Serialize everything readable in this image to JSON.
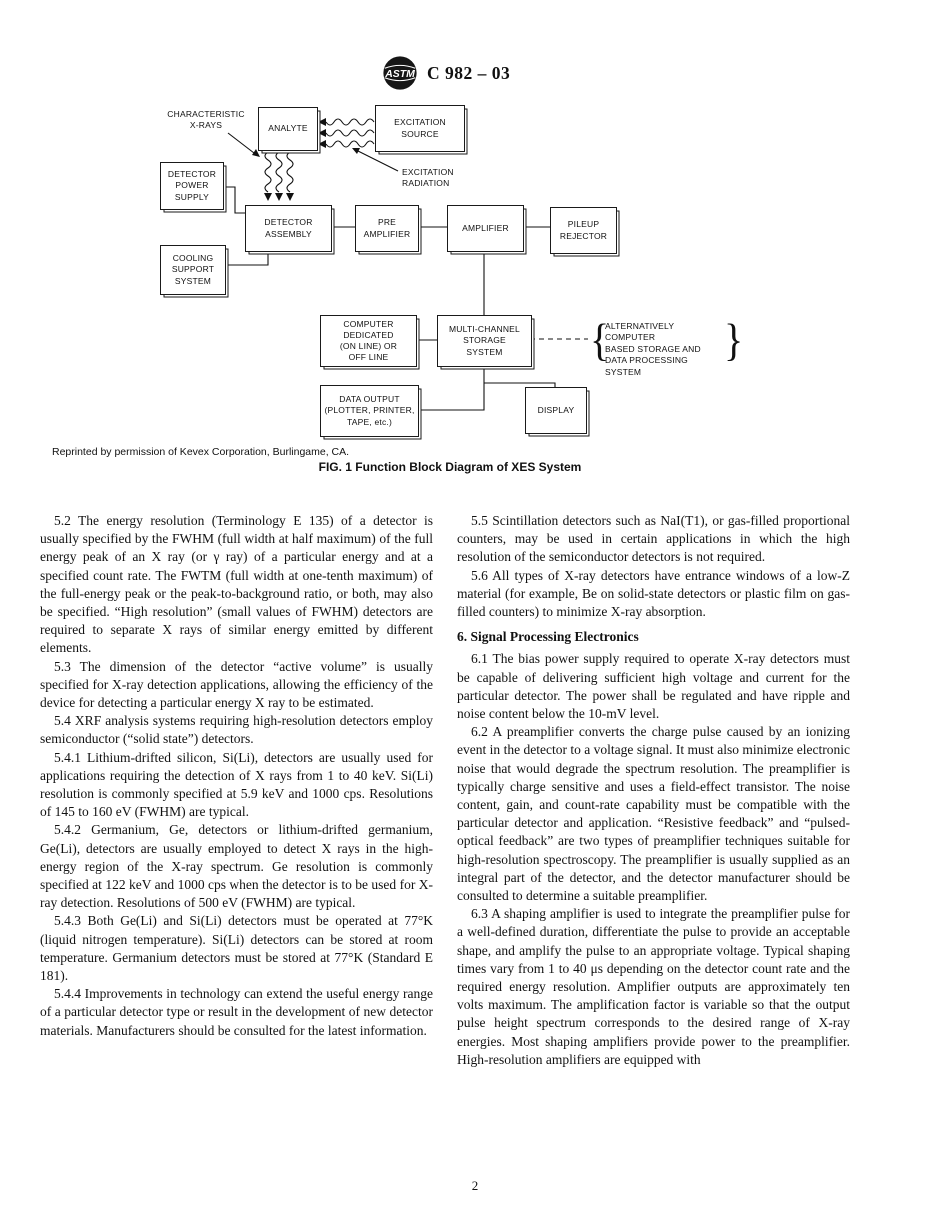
{
  "header": {
    "doc_code": "C 982 – 03"
  },
  "figure": {
    "permission": "Reprinted by permission of Kevex Corporation, Burlingame, CA.",
    "caption": "FIG. 1 Function Block Diagram of XES System",
    "boxes": {
      "analyte": "ANALYTE",
      "excitation_source": "EXCITATION\nSOURCE",
      "detector_power_supply": "DETECTOR\nPOWER\nSUPPLY",
      "detector_assembly": "DETECTOR\nASSEMBLY",
      "pre_amplifier": "PRE\nAMPLIFIER",
      "amplifier": "AMPLIFIER",
      "pileup_rejector": "PILEUP\nREJECTOR",
      "cooling_support_system": "COOLING\nSUPPORT\nSYSTEM",
      "computer": "COMPUTER\nDEDICATED\n(ON LINE) OR\nOFF LINE",
      "multichannel_storage": "MULTI-CHANNEL\nSTORAGE\nSYSTEM",
      "data_output": "DATA OUTPUT\n(PLOTTER, PRINTER,\nTAPE, etc.)",
      "display": "DISPLAY"
    },
    "labels": {
      "characteristic_xrays": "CHARACTERISTIC\nX-RAYS",
      "excitation_radiation": "EXCITATION\nRADIATION",
      "alternative_note": "ALTERNATIVELY COMPUTER\nBASED STORAGE AND\nDATA PROCESSING SYSTEM"
    }
  },
  "body": {
    "left": [
      "5.2 The energy resolution (Terminology E 135) of a detector is usually specified by the FWHM (full width at half maximum) of the full energy peak of an X ray (or γ ray) of a particular energy and at a specified count rate. The FWTM (full width at one-tenth maximum) of the full-energy peak or the peak-to-background ratio, or both, may also be specified. “High resolution” (small values of FWHM) detectors are required to separate X rays of similar energy emitted by different elements.",
      "5.3 The dimension of the detector “active volume” is usually specified for X-ray detection applications, allowing the efficiency of the device for detecting a particular energy X ray to be estimated.",
      "5.4 XRF analysis systems requiring high-resolution detectors employ semiconductor (“solid state”) detectors.",
      "5.4.1 Lithium-drifted silicon, Si(Li), detectors are usually used for applications requiring the detection of X rays from 1 to 40 keV. Si(Li) resolution is commonly specified at 5.9 keV and 1000 cps. Resolutions of 145 to 160 eV (FWHM) are typical.",
      "5.4.2 Germanium, Ge, detectors or lithium-drifted germanium, Ge(Li), detectors are usually employed to detect X rays in the high-energy region of the X-ray spectrum. Ge resolution is commonly specified at 122 keV and 1000 cps when the detector is to be used for X-ray detection. Resolutions of 500 eV (FWHM) are typical.",
      "5.4.3 Both Ge(Li) and Si(Li) detectors must be operated at 77°K (liquid nitrogen temperature). Si(Li) detectors can be stored at room temperature. Germanium detectors must be stored at 77°K (Standard E 181).",
      "5.4.4 Improvements in technology can extend the useful energy range of a particular detector type or result in the development of new detector materials. Manufacturers should be consulted for the latest information."
    ],
    "right": [
      "5.5 Scintillation detectors such as NaI(T1), or gas-filled proportional counters, may be used in certain applications in which the high resolution of the semiconductor detectors is not required.",
      "5.6 All types of X-ray detectors have entrance windows of a low-Z material (for example, Be on solid-state detectors or plastic film on gas-filled counters) to minimize X-ray absorption.",
      "6. Signal Processing Electronics",
      "6.1 The bias power supply required to operate X-ray detectors must be capable of delivering sufficient high voltage and current for the particular detector. The power shall be regulated and have ripple and noise content below the 10-mV level.",
      "6.2 A preamplifier converts the charge pulse caused by an ionizing event in the detector to a voltage signal. It must also minimize electronic noise that would degrade the spectrum resolution. The preamplifier is typically charge sensitive and uses a field-effect transistor. The noise content, gain, and count-rate capability must be compatible with the particular detector and application. “Resistive feedback” and “pulsed-optical feedback” are two types of preamplifier techniques suitable for high-resolution spectroscopy. The preamplifier is usually supplied as an integral part of the detector, and the detector manufacturer should be consulted to determine a suitable preamplifier.",
      "6.3 A shaping amplifier is used to integrate the preamplifier pulse for a well-defined duration, differentiate the pulse to provide an acceptable shape, and amplify the pulse to an appropriate voltage. Typical shaping times vary from 1 to 40 μs depending on the detector count rate and the required energy resolution. Amplifier outputs are approximately ten volts maximum. The amplification factor is variable so that the output pulse height spectrum corresponds to the desired range of X-ray energies. Most shaping amplifiers provide power to the preamplifier. High-resolution amplifiers are equipped with"
    ]
  },
  "page_number": "2"
}
